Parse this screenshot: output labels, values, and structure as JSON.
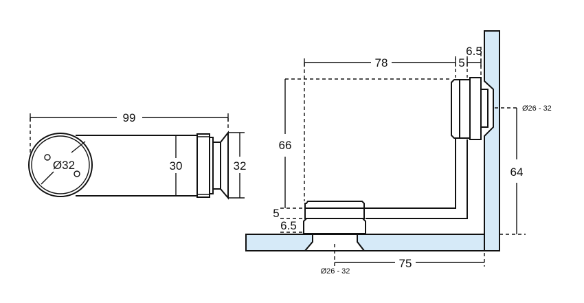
{
  "side_view": {
    "length_label": "99",
    "diameter_label": "Ø32",
    "body_height_label": "30",
    "fitting_height_label": "32"
  },
  "corner_view": {
    "width_label": "78",
    "gap_label_top": "5",
    "offset_label_top": "6.5",
    "height_label": "66",
    "gap_label_bottom": "5",
    "offset_label_bottom": "6.5",
    "hole_label_right": "Ø26 - 32",
    "vertical_center_label": "64",
    "horizontal_center_label": "75",
    "hole_label_bottom": "Ø26 - 32"
  },
  "colors": {
    "glass": "#d6eaf8",
    "line": "#111111"
  }
}
